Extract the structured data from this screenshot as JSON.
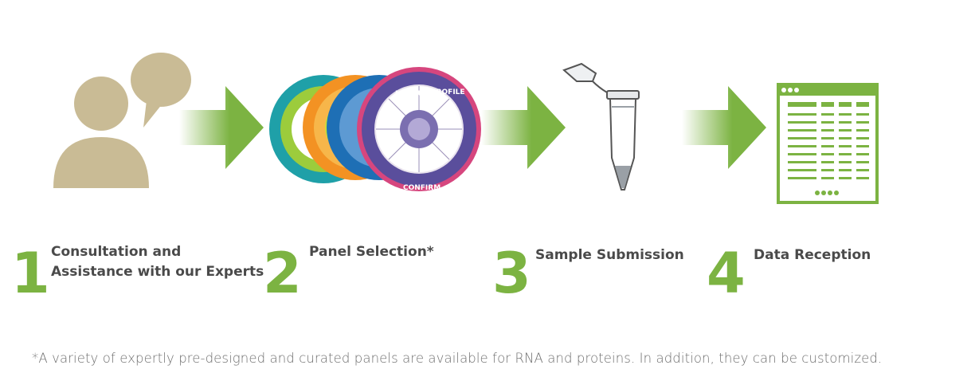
{
  "steps": [
    {
      "number": "1",
      "label": "Consultation and\nAssistance with our Experts"
    },
    {
      "number": "2",
      "label": "Panel Selection*"
    },
    {
      "number": "3",
      "label": "Sample Submission"
    },
    {
      "number": "4",
      "label": "Data Reception"
    }
  ],
  "footnote": "*A variety of expertly pre-designed and curated panels are available for RNA and proteins. In addition, they can be customized.",
  "colors": {
    "accent_green": "#7cb342",
    "people_tan": "#c9bb95",
    "label_gray": "#4a4a4a"
  },
  "icons": [
    "consultation-people-icon",
    "panel-wheels-icon",
    "sample-tube-icon",
    "data-table-icon"
  ]
}
